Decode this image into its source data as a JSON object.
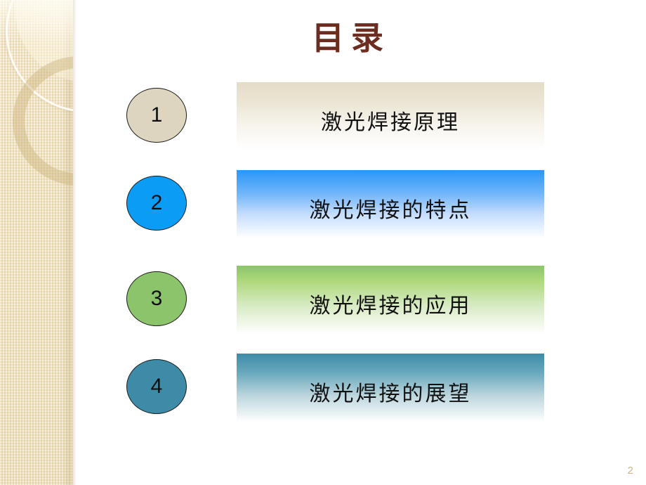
{
  "slide": {
    "title": "目录",
    "title_color": "#6b2d20",
    "background_color": "#ffffff",
    "page_number": "2",
    "page_number_color": "#cbb68a"
  },
  "sidebar": {
    "name": "decorative-band",
    "base_color": "#efe2bb",
    "ring_light_color": "#fffdf6",
    "ring_tan_color": "#cbb27c"
  },
  "agenda": {
    "items": [
      {
        "number": "1",
        "label": "激光焊接原理",
        "badge_color": "#ded5c0",
        "bar_color": "#e4dcc6"
      },
      {
        "number": "2",
        "label": "激光焊接的特点",
        "badge_color": "#0b9df5",
        "bar_color": "#2a96f7"
      },
      {
        "number": "3",
        "label": "激光焊接的应用",
        "badge_color": "#8cc46c",
        "bar_color": "#8cc46c"
      },
      {
        "number": "4",
        "label": "激光焊接的展望",
        "badge_color": "#3d8ba6",
        "bar_color": "#3d8ba6"
      }
    ]
  }
}
